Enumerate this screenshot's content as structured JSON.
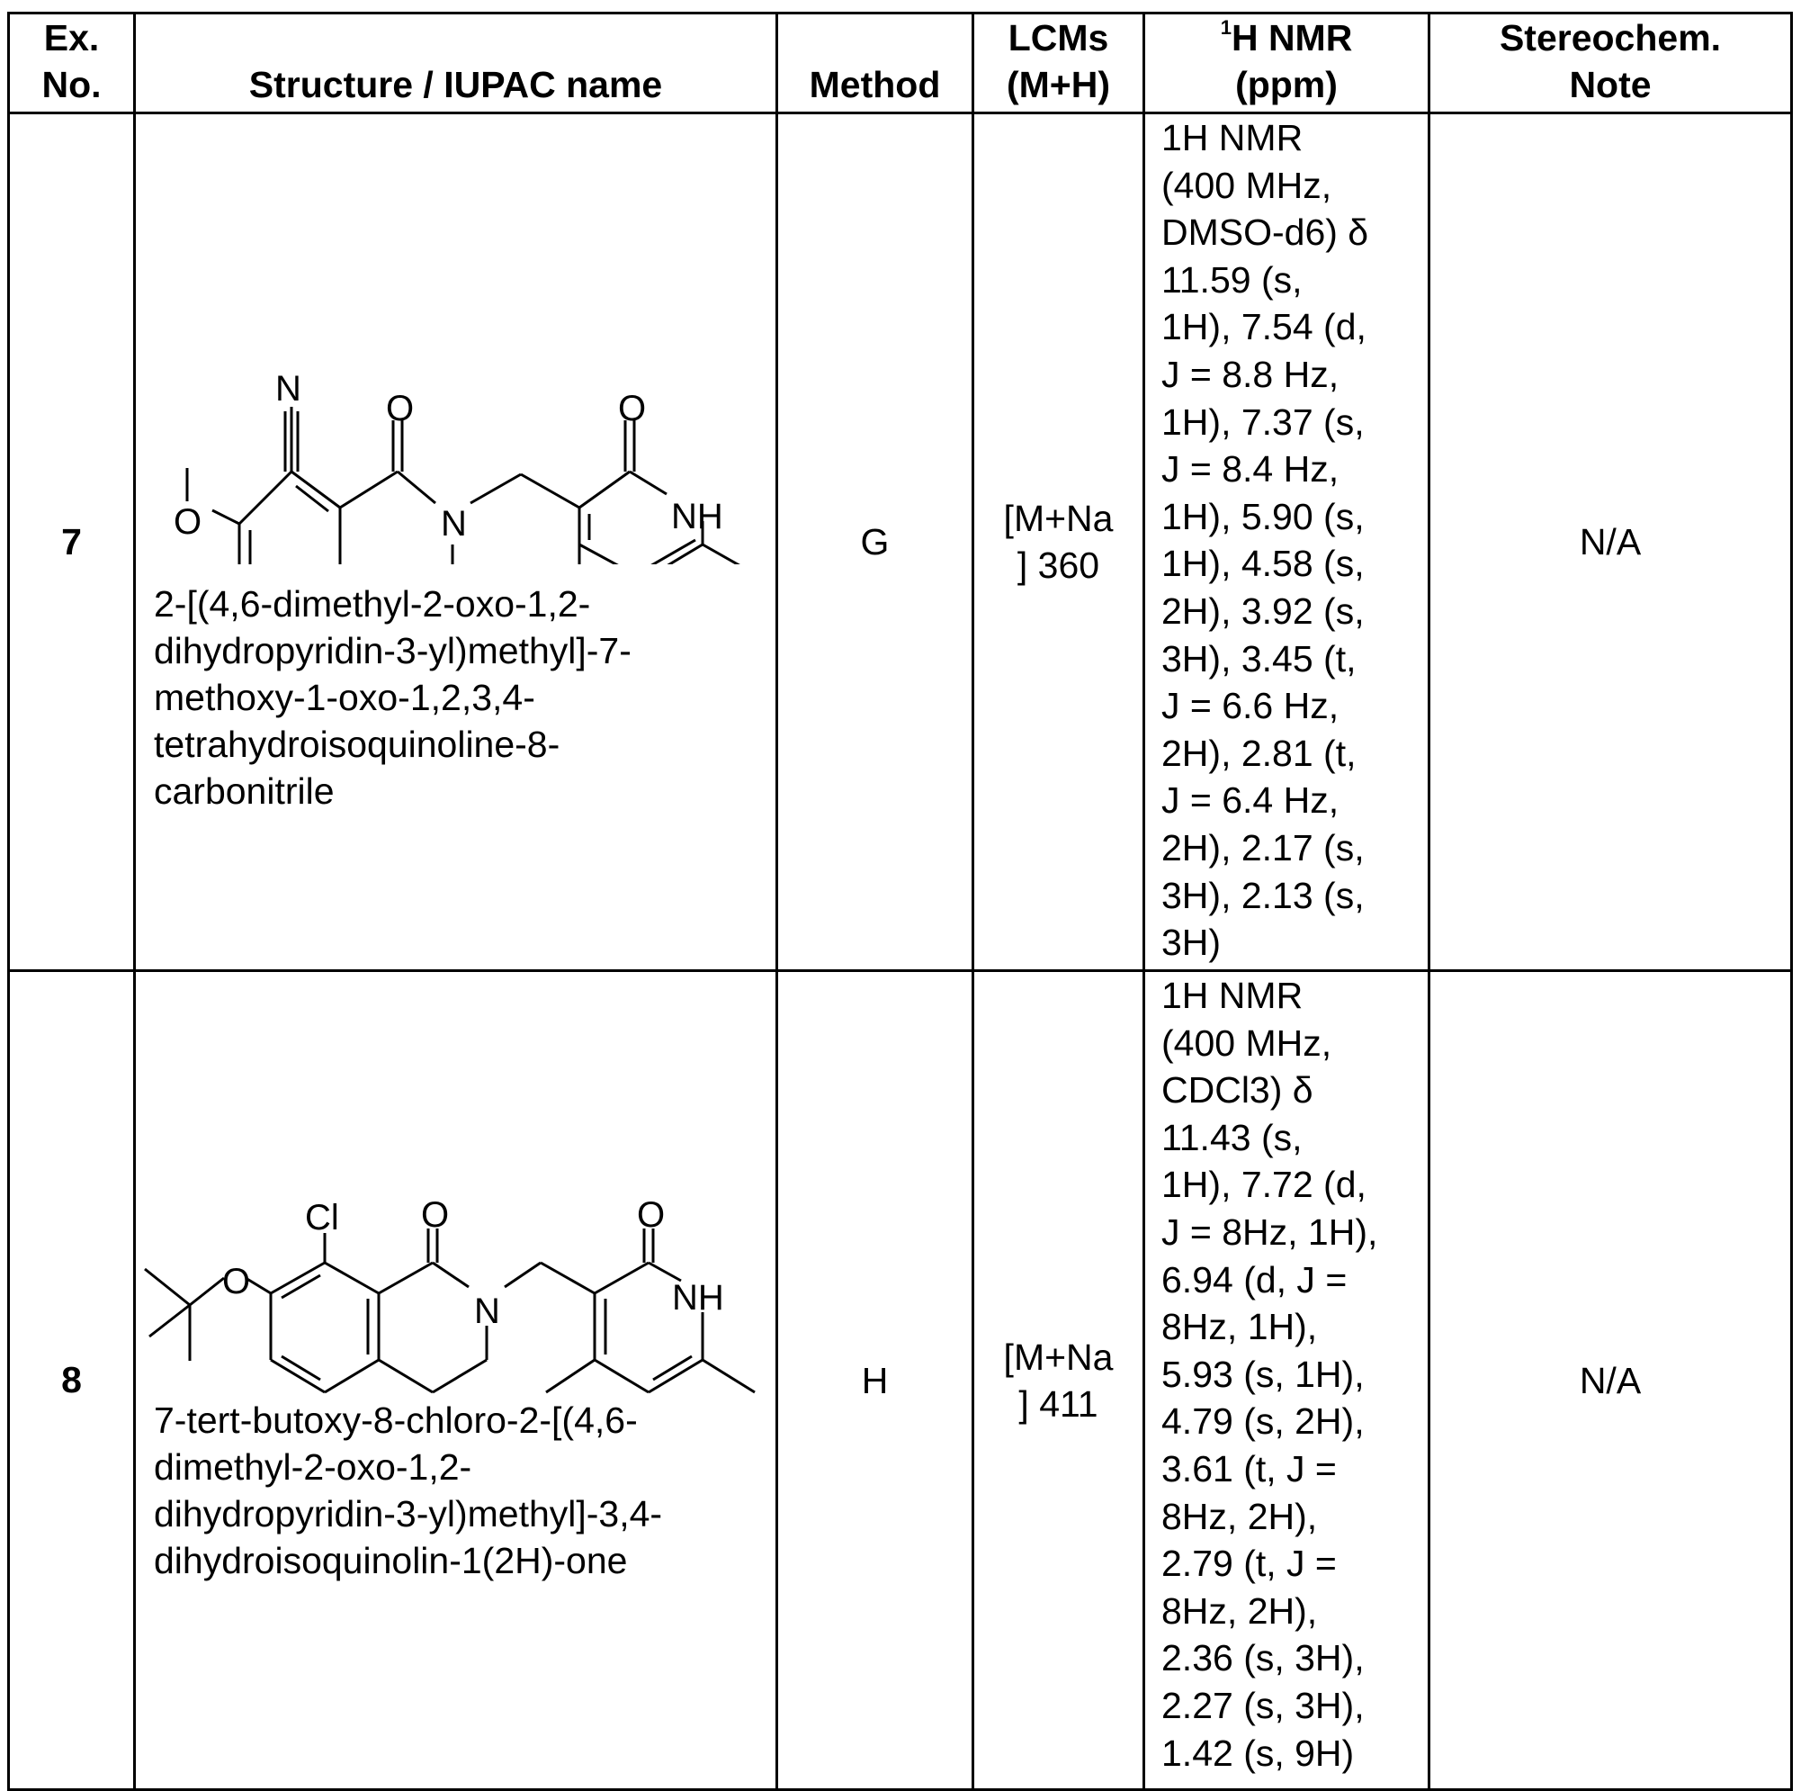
{
  "header": {
    "ex_no": "Ex.\nNo.",
    "structure": "Structure / IUPAC name",
    "method": "Method",
    "lcms": "LCMs\n(M+H)",
    "nmr_sup": "1",
    "nmr_main": "H NMR",
    "nmr_sub": "(ppm)",
    "stereo": "Stereochem.\nNote"
  },
  "rows": [
    {
      "ex_no": "7",
      "iupac": "2-[(4,6-dimethyl-2-oxo-1,2-\ndihydropyridin-3-yl)methyl]-7-\nmethoxy-1-oxo-1,2,3,4-\ntetrahydroisoquinoline-8-\ncarbonitrile",
      "method": "G",
      "lcms": "[M+Na\n] 360",
      "nmr": "1H NMR\n(400 MHz,\nDMSO-d6) δ\n11.59 (s,\n1H), 7.54 (d,\nJ = 8.8 Hz,\n1H), 7.37 (s,\nJ = 8.4 Hz,\n1H), 5.90 (s,\n1H), 4.58 (s,\n2H), 3.92 (s,\n3H), 3.45 (t,\nJ = 6.6 Hz,\n2H), 2.81 (t,\nJ = 6.4 Hz,\n2H), 2.17 (s,\n3H), 2.13 (s,\n3H)",
      "stereo": "N/A",
      "atoms": {
        "n_nitrile": "N",
        "o_methoxy": "O",
        "o_carbonyl": "O",
        "n_ring": "N",
        "o_pyridone": "O",
        "nh": "NH"
      }
    },
    {
      "ex_no": "8",
      "iupac": "7-tert-butoxy-8-chloro-2-[(4,6-\ndimethyl-2-oxo-1,2-\ndihydropyridin-3-yl)methyl]-3,4-\ndihydroisoquinolin-1(2H)-one",
      "method": "H",
      "lcms": "[M+Na\n] 411",
      "nmr": "1H NMR\n(400 MHz,\nCDCl3) δ\n11.43 (s,\n1H), 7.72 (d,\nJ = 8Hz, 1H),\n6.94 (d, J =\n8Hz, 1H),\n5.93 (s, 1H),\n4.79 (s, 2H),\n3.61 (t, J =\n8Hz, 2H),\n2.79 (t, J =\n8Hz, 2H),\n2.36 (s, 3H),\n2.27 (s, 3H),\n1.42 (s, 9H)",
      "stereo": "N/A",
      "atoms": {
        "cl": "Cl",
        "o_carbonyl": "O",
        "o_ether": "O",
        "n_ring": "N",
        "o_pyridone": "O",
        "nh": "NH"
      }
    }
  ]
}
